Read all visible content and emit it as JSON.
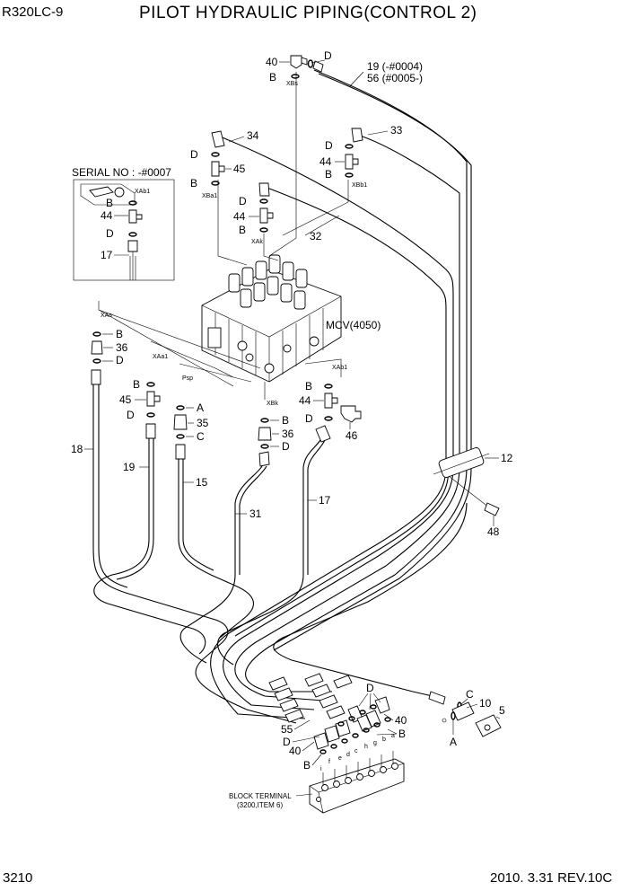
{
  "header": {
    "model": "R320LC-9",
    "title": "PILOT HYDRAULIC PIPING(CONTROL 2)"
  },
  "footer": {
    "page_number": "3210",
    "date_revision": "2010. 3.31  REV.10C"
  },
  "serial_box": {
    "title": "SERIAL NO : -#0007"
  },
  "labels": {
    "valve": "MCV(4050)",
    "block_terminal_1": "BLOCK TERMINAL",
    "block_terminal_2": "(3200,ITEM 6)",
    "pipe_19_56_a": "19 (-#0004)",
    "pipe_19_56_b": "56 (#0005-)"
  },
  "part_numbers": {
    "p5": "5",
    "p10": "10",
    "p12": "12",
    "p15": "15",
    "p17": "17",
    "p18": "18",
    "p19": "19",
    "p31": "31",
    "p32": "32",
    "p33": "33",
    "p34": "34",
    "p35": "35",
    "p36": "36",
    "p40": "40",
    "p44": "44",
    "p45": "45",
    "p46": "46",
    "p48": "48",
    "p55": "55"
  },
  "letters": {
    "A": "A",
    "B": "B",
    "C": "C",
    "D": "D"
  },
  "ports": {
    "xbs": "XBs",
    "xba1": "XBa1",
    "xbb1": "XBb1",
    "xab1": "XAb1",
    "xak": "XAk",
    "xas": "XAs",
    "xaa1": "XAa1",
    "psp": "Psp",
    "xbk": "XBk"
  },
  "terminal_letters": [
    "i",
    "f",
    "e",
    "d",
    "c",
    "h",
    "g",
    "b",
    "a"
  ]
}
